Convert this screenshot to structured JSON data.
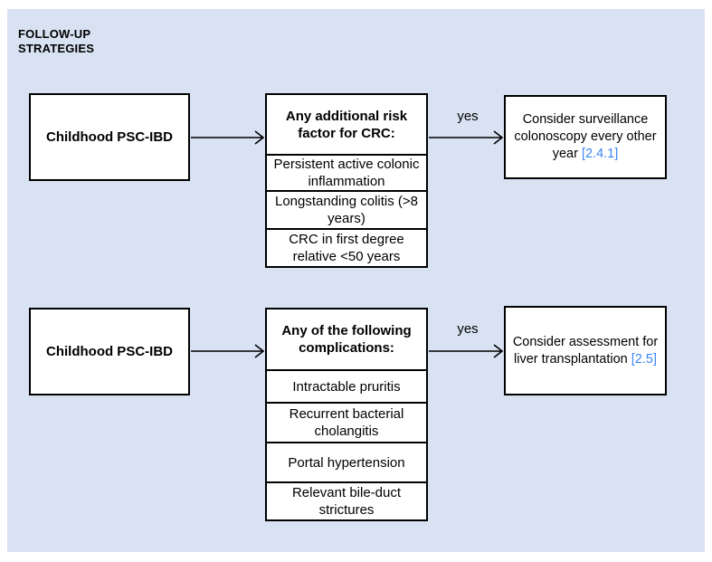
{
  "page": {
    "title": "FOLLOW-UP\nSTRATEGIES",
    "panel_color": "#d9e2f3",
    "box_border_color": "#000000",
    "reference_link_color": "#3d85f4"
  },
  "flows": [
    {
      "source": {
        "label": "Childhood PSC-IBD"
      },
      "decision": {
        "header": "Any additional risk factor for CRC:",
        "items": [
          "Persistent active colonic inflammation",
          "Longstanding colitis (>8 years)",
          "CRC in first degree relative <50 years"
        ]
      },
      "connector": {
        "label": "yes"
      },
      "outcome": {
        "text": "Consider surveillance colonoscopy every other year",
        "ref": "[2.4.1]"
      }
    },
    {
      "source": {
        "label": "Childhood PSC-IBD"
      },
      "decision": {
        "header": "Any of the following complications:",
        "items": [
          "Intractable pruritis",
          "Recurrent bacterial cholangitis",
          "Portal hypertension",
          "Relevant bile-duct strictures"
        ]
      },
      "connector": {
        "label": "yes"
      },
      "outcome": {
        "text": "Consider assessment for liver transplantation",
        "ref": "[2.5]"
      }
    }
  ]
}
